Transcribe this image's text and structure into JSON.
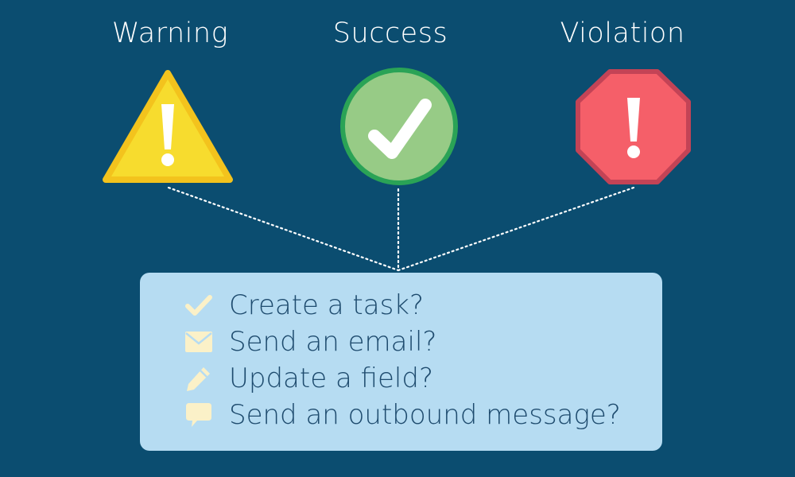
{
  "statuses": [
    {
      "label": "Warning",
      "icon": "warning-triangle-icon",
      "color": "#f7dc2e"
    },
    {
      "label": "Success",
      "icon": "checkmark-circle-icon",
      "color": "#97cb86"
    },
    {
      "label": "Violation",
      "icon": "stop-octagon-icon",
      "color": "#f55f69"
    }
  ],
  "actions": {
    "items": [
      {
        "label": "Create a task?",
        "icon": "checkmark-icon"
      },
      {
        "label": "Send an email?",
        "icon": "envelope-icon"
      },
      {
        "label": "Update a field?",
        "icon": "pencil-icon"
      },
      {
        "label": "Send an outbound message?",
        "icon": "speech-bubble-icon"
      }
    ]
  },
  "colors": {
    "background": "#0b4d70",
    "panel": "#b6dcf2",
    "panel_text": "#1e4b6e",
    "icon_fill": "#fbf1c8",
    "connector": "#ffffff"
  }
}
